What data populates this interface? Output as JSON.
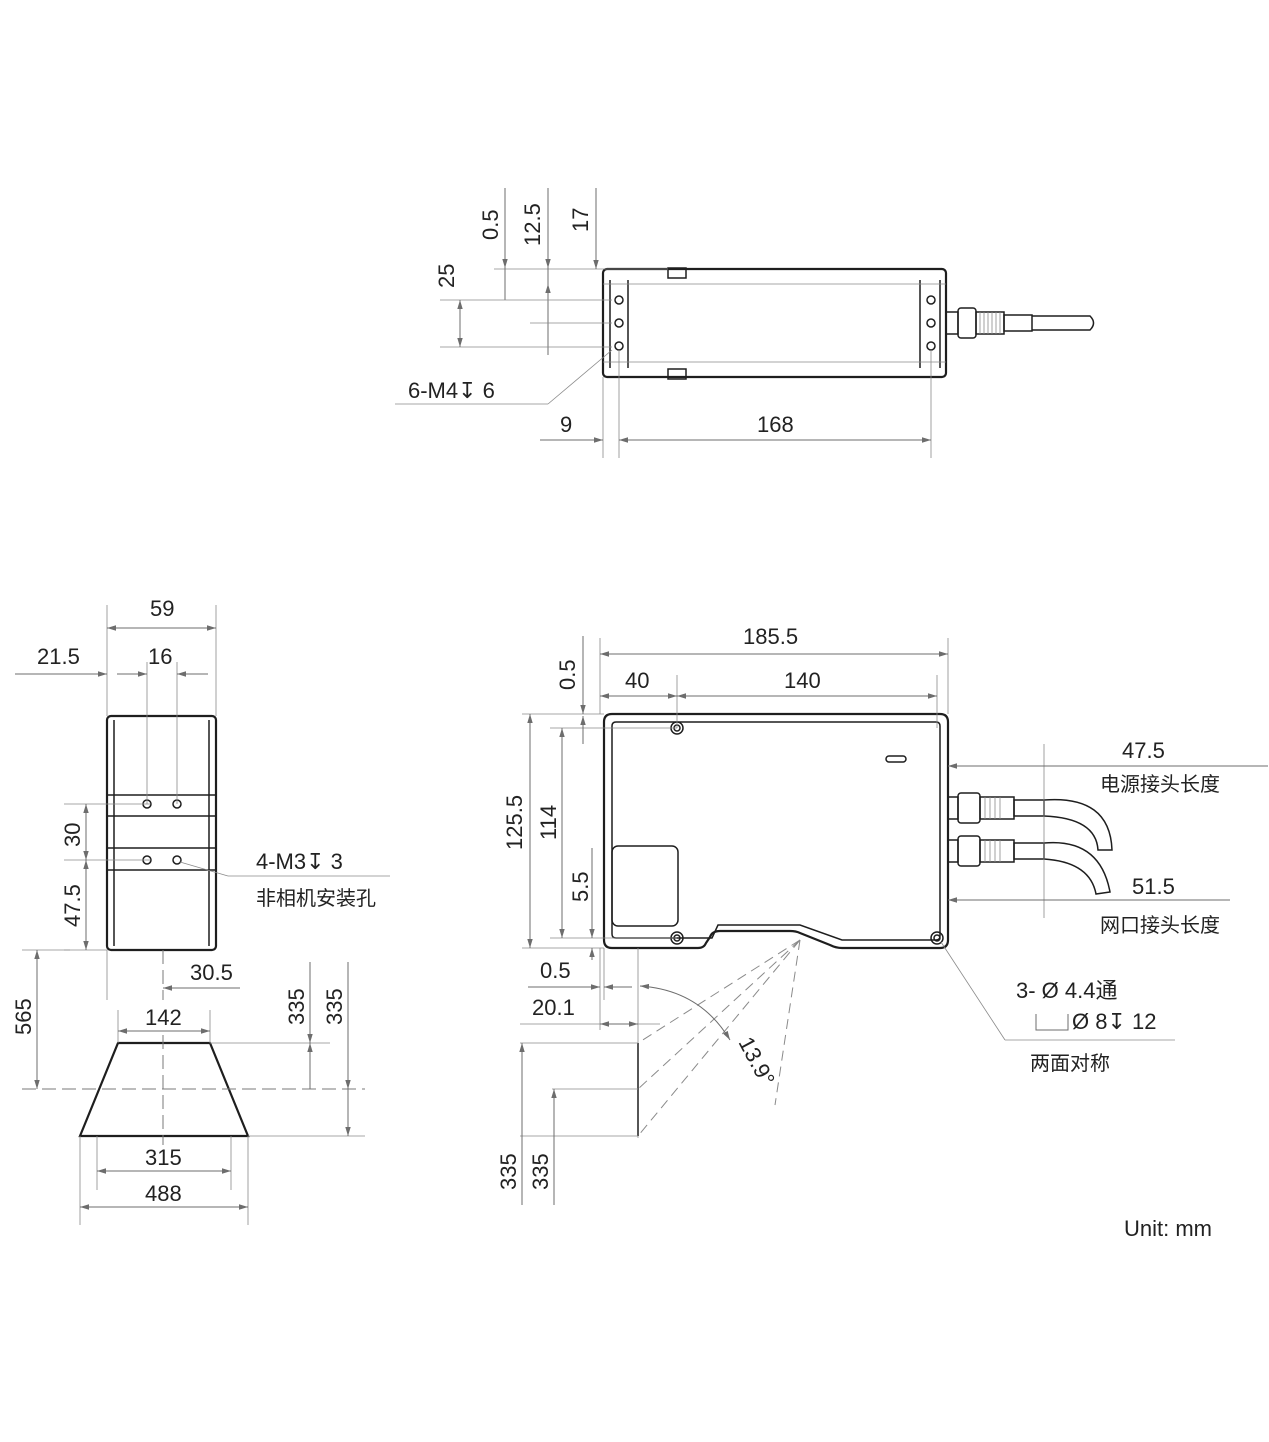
{
  "top_view": {
    "dims": {
      "d0_5": "0.5",
      "d12_5": "12.5",
      "d17": "17",
      "d25": "25",
      "d9": "9",
      "d168": "168"
    },
    "callout_holes": "6-M4↧ 6"
  },
  "side_view": {
    "dims": {
      "d59": "59",
      "d21_5": "21.5",
      "d16": "16",
      "d30": "30",
      "d47_5": "47.5",
      "d30_5": "30.5",
      "d565": "565",
      "d142": "142",
      "d335a": "335",
      "d335b": "335",
      "d315": "315",
      "d488": "488"
    },
    "callout_holes": "4-M3↧ 3",
    "callout_note": "非相机安装孔"
  },
  "front_view": {
    "dims": {
      "d185_5": "185.5",
      "d0_5_top": "0.5",
      "d40": "40",
      "d140": "140",
      "d125_5": "125.5",
      "d114": "114",
      "d5_5": "5.5",
      "d0_5_bottom": "0.5",
      "d20_1": "20.1",
      "d13_9": "13.9°",
      "d335c": "335",
      "d335d": "335",
      "d47_5_conn": "47.5",
      "d51_5_conn": "51.5"
    },
    "power_label": "电源接头长度",
    "network_label": "网口接头长度",
    "thru_holes": "3- Ø 4.4通",
    "counterbore": "Ø 8↧ 12",
    "symmetry_note": "两面对称"
  },
  "unit_label": "Unit: mm"
}
